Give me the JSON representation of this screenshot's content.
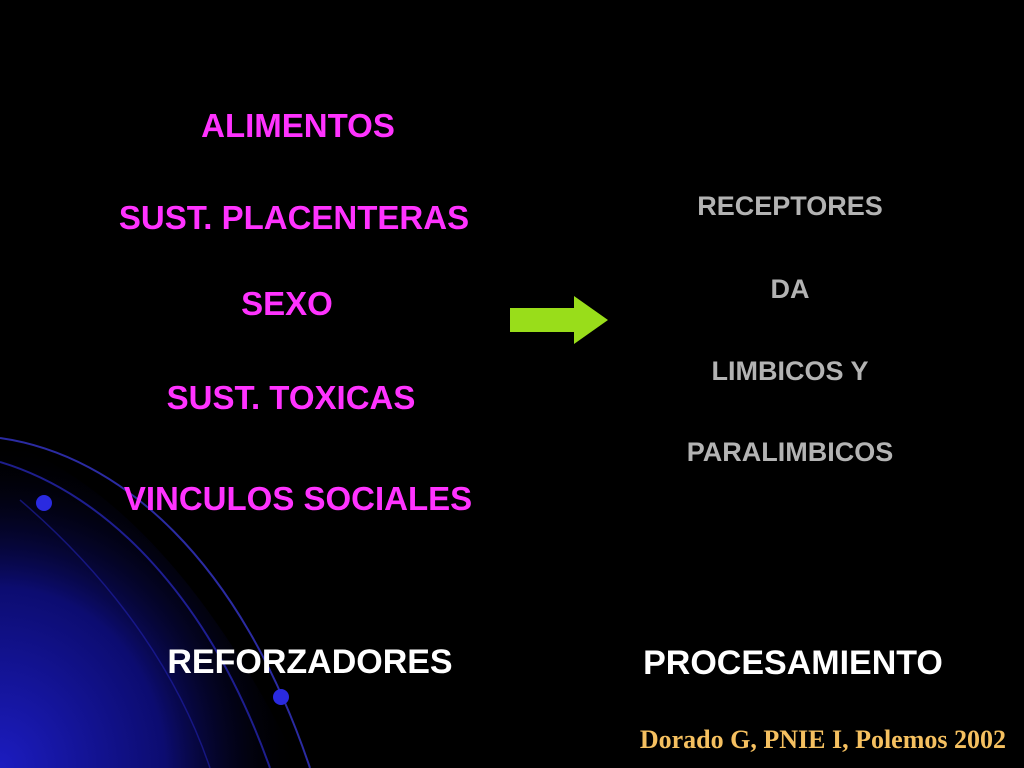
{
  "reinforcers": {
    "items": [
      {
        "label": "ALIMENTOS"
      },
      {
        "label": "SUST. PLACENTERAS"
      },
      {
        "label": "SEXO"
      },
      {
        "label": "SUST. TOXICAS"
      },
      {
        "label": "VINCULOS SOCIALES"
      }
    ],
    "footer_label": "REFORZADORES"
  },
  "processing": {
    "lines": [
      {
        "label": "RECEPTORES"
      },
      {
        "label": "DA"
      },
      {
        "label": "LIMBICOS Y"
      },
      {
        "label": "PARALIMBICOS"
      }
    ],
    "footer_label": "PROCESAMIENTO"
  },
  "citation": "Dorado G, PNIE I, Polemos 2002",
  "colors": {
    "background": "#000000",
    "reinforcer_text": "#ff33ff",
    "processing_text": "#b3b3b3",
    "footer_text": "#ffffff",
    "citation_text": "#f5c060",
    "arrow_fill": "#99dd1a",
    "swoosh": "#1a1aa6"
  },
  "icons": {
    "flow_arrow": "right-arrow-icon"
  }
}
